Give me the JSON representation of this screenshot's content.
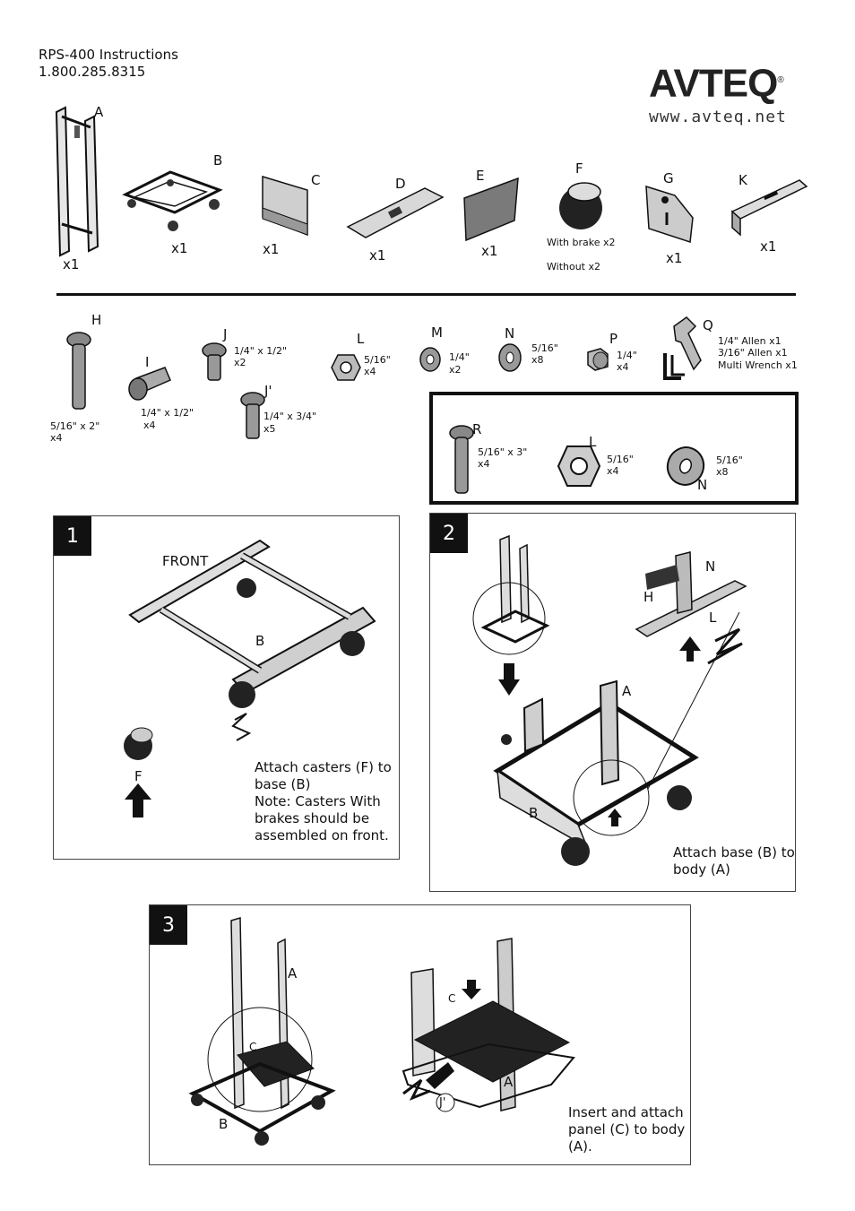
{
  "header": {
    "title": "RPS-400 Instructions",
    "phone": "1.800.285.8315"
  },
  "brand": {
    "name": "AVTEQ",
    "reg": "®",
    "url": "www.avteq.net"
  },
  "parts_top": {
    "A": {
      "letter": "A",
      "qty": "x1"
    },
    "B": {
      "letter": "B",
      "qty": "x1"
    },
    "C": {
      "letter": "C",
      "qty": "x1"
    },
    "D": {
      "letter": "D",
      "qty": "x1"
    },
    "E": {
      "letter": "E",
      "qty": "x1"
    },
    "F": {
      "letter": "F",
      "note1": "With brake x2",
      "note2": "Without x2"
    },
    "G": {
      "letter": "G",
      "qty": "x1"
    },
    "K": {
      "letter": "K",
      "qty": "x1"
    }
  },
  "hardware": {
    "H": {
      "letter": "H",
      "size": "5/16\"  x 2\"",
      "qty": "x4"
    },
    "I": {
      "letter": "I",
      "size": "1/4\" x 1/2\"",
      "qty": "x4"
    },
    "J": {
      "letter": "J",
      "size": "1/4\" x 1/2\"",
      "qty": " x2"
    },
    "J2": {
      "letter": "J'",
      "size": "1/4\" x 3/4\"",
      "qty": " x5"
    },
    "L": {
      "letter": "L",
      "size": "5/16\"",
      "qty": "x4"
    },
    "M": {
      "letter": "M",
      "size": "1/4\"",
      "qty": "x2"
    },
    "N": {
      "letter": "N",
      "size": "5/16\"",
      "qty": "x8"
    },
    "P": {
      "letter": "P",
      "size": "1/4\"",
      "qty": "x4"
    },
    "Q": {
      "letter": "Q",
      "line1": "1/4\" Allen x1",
      "line2": "3/16\" Allen x1",
      "line3": "Multi Wrench x1"
    }
  },
  "extra_box": {
    "R": {
      "letter": "R",
      "size": "5/16\"  x 3\"",
      "qty": "x4"
    },
    "L": {
      "letter": "L",
      "size": "5/16\"",
      "qty": "x4"
    },
    "N": {
      "letter": "N",
      "size": "5/16\"",
      "qty": "x8"
    }
  },
  "steps": [
    {
      "num": "1",
      "labels": {
        "front": "FRONT",
        "b": "B",
        "f": "F"
      },
      "caption": [
        "Attach casters (F) to",
        "base (B)",
        "Note: Casters With",
        "brakes should be",
        "assembled on front."
      ]
    },
    {
      "num": "2",
      "labels": {
        "a": "A",
        "b": "B",
        "h": "H",
        "n": "N",
        "l": "L"
      },
      "caption": [
        "Attach base (B) to",
        "body (A)"
      ]
    },
    {
      "num": "3",
      "labels": {
        "a1": "A",
        "c1": "C",
        "b": "B",
        "c2": "C",
        "a2": "A",
        "j": "J'"
      },
      "caption": [
        "Insert and attach",
        "panel (C) to body",
        "(A)."
      ]
    }
  ]
}
